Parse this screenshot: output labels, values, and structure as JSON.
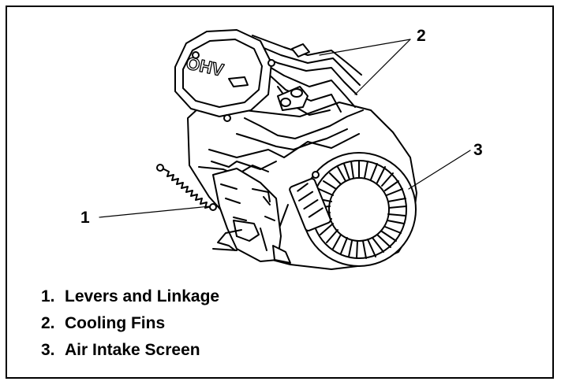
{
  "callouts": {
    "c1": "1",
    "c2": "2",
    "c3": "3"
  },
  "legend": [
    {
      "number": "1.",
      "label": "Levers and Linkage"
    },
    {
      "number": "2.",
      "label": "Cooling Fins"
    },
    {
      "number": "3.",
      "label": "Air Intake Screen"
    }
  ],
  "figure": {
    "valve_cover_text": "OHV",
    "line_color": "#000000",
    "fill_color": "#ffffff"
  }
}
